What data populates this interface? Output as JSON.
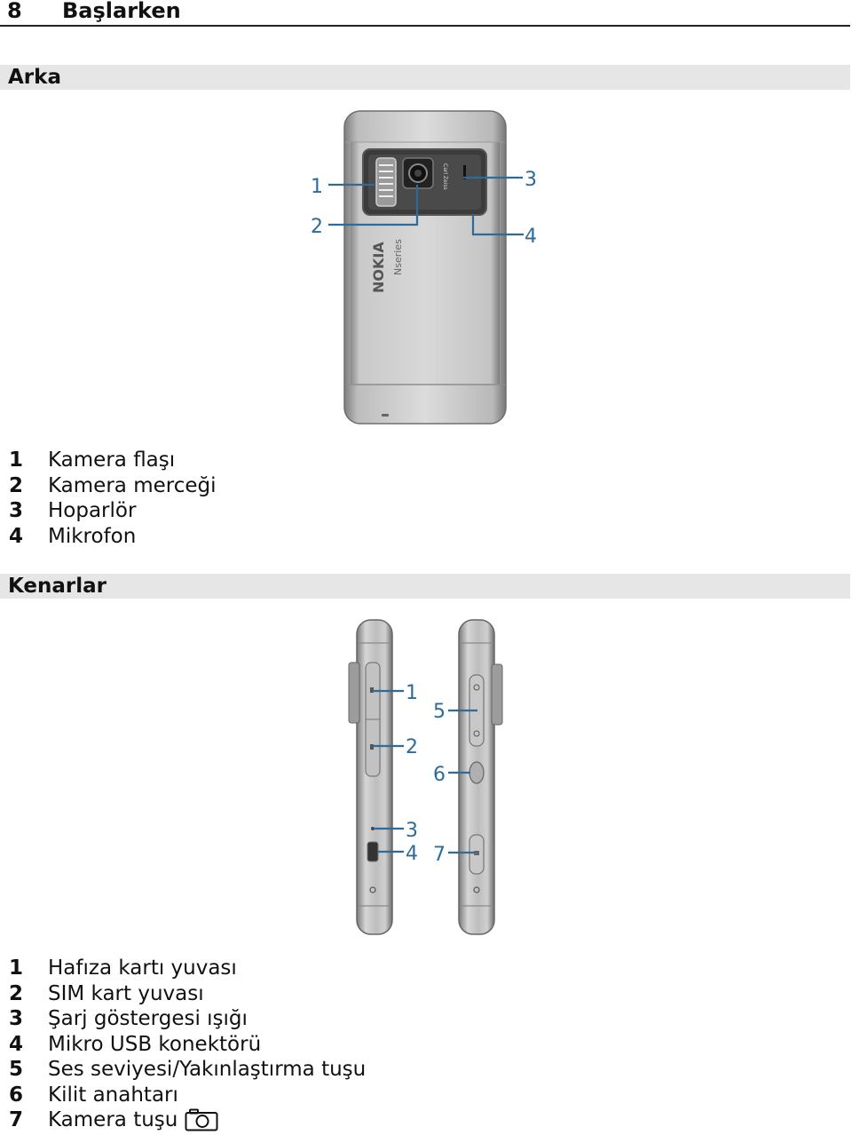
{
  "header": {
    "page_number": "8",
    "chapter": "Başlarken"
  },
  "sections": {
    "back": {
      "title": "Arka",
      "callouts": [
        "1",
        "2",
        "3",
        "4"
      ],
      "phone_brand": "NOKIA",
      "phone_series": "Nseries",
      "lens_brand": "Carl Zeiss",
      "items": [
        {
          "num": "1",
          "label": "Kamera flaşı"
        },
        {
          "num": "2",
          "label": "Kamera merceği"
        },
        {
          "num": "3",
          "label": "Hoparlör"
        },
        {
          "num": "4",
          "label": "Mikrofon"
        }
      ]
    },
    "sides": {
      "title": "Kenarlar",
      "callouts": [
        "1",
        "2",
        "3",
        "4",
        "5",
        "6",
        "7"
      ],
      "items": [
        {
          "num": "1",
          "label": "Hafıza kartı yuvası"
        },
        {
          "num": "2",
          "label": "SIM kart yuvası"
        },
        {
          "num": "3",
          "label": "Şarj göstergesi ışığı"
        },
        {
          "num": "4",
          "label": "Mikro USB konektörü"
        },
        {
          "num": "5",
          "label": "Ses seviyesi/Yakınlaştırma tuşu"
        },
        {
          "num": "6",
          "label": "Kilit anahtarı"
        },
        {
          "num": "7",
          "label": "Kamera tuşu"
        }
      ]
    }
  },
  "icons": {
    "camera_key": "camera-icon"
  }
}
